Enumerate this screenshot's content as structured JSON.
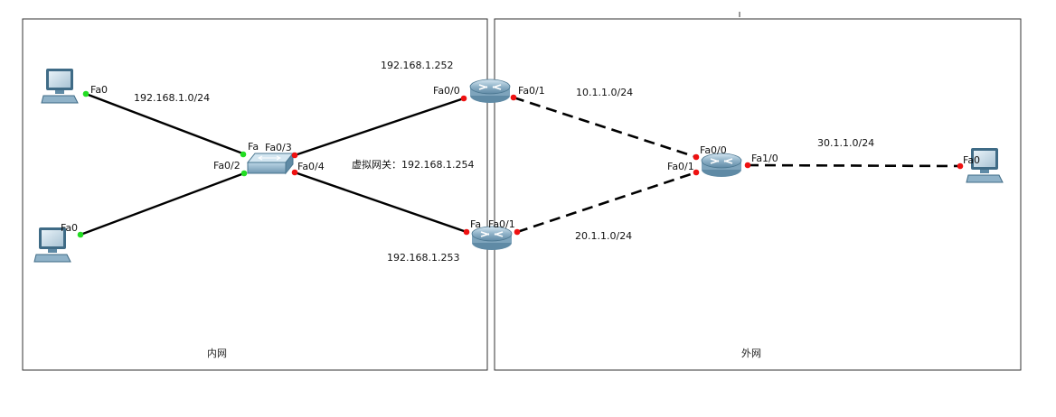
{
  "areas": {
    "inner": {
      "label": "内网"
    },
    "outer": {
      "label": "外网"
    }
  },
  "links": {
    "pc1_switch": {
      "network": "192.168.1.0/24"
    },
    "r1_r3": {
      "network": "10.1.1.0/24"
    },
    "r2_r3": {
      "network": "20.1.1.0/24"
    },
    "r3_pc3": {
      "network": "30.1.1.0/24"
    }
  },
  "devices": {
    "pc1": {
      "port": "Fa0"
    },
    "pc2": {
      "port": "Fa0"
    },
    "pc3": {
      "port": "Fa0"
    },
    "switch": {
      "ports": {
        "to_pc1": "Fa",
        "to_pc2": "Fa0/2",
        "to_r1": "Fa0/3",
        "to_r2": "Fa0/4"
      }
    },
    "router1": {
      "ip": "192.168.1.252",
      "ports": {
        "lan": "Fa0/0",
        "wan": "Fa0/1"
      }
    },
    "router2": {
      "ip": "192.168.1.253",
      "ports": {
        "lan": "Fa",
        "wan": "Fa0/1"
      }
    },
    "router3": {
      "ports": {
        "to_r1": "Fa0/0",
        "to_r2": "Fa0/1",
        "to_pc3": "Fa1/0"
      }
    }
  },
  "vip": {
    "label": "虚拟网关：192.168.1.254"
  },
  "colors": {
    "port_up": "#22dd22",
    "port_down": "#ee1111",
    "link": "#000000",
    "frame": "#333333"
  }
}
